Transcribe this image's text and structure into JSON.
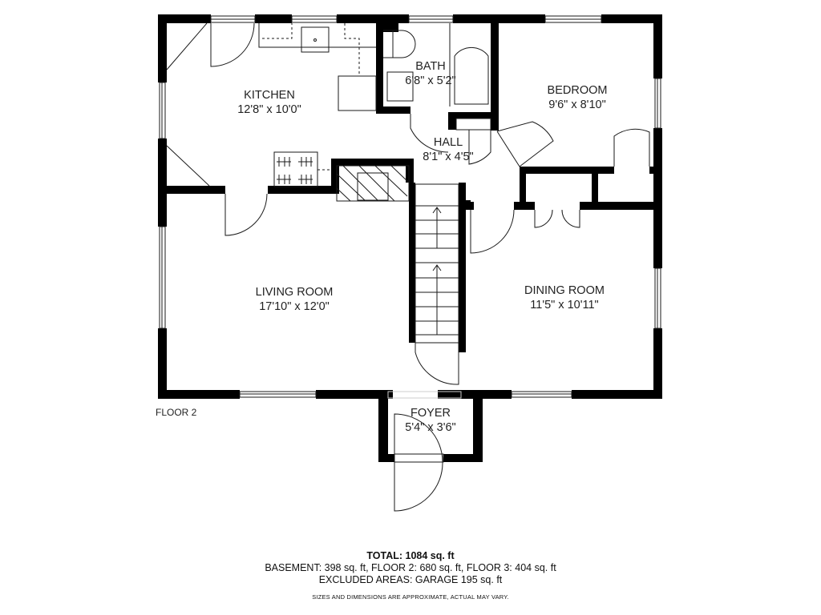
{
  "plan": {
    "floor_label": "FLOOR 2",
    "rooms": [
      {
        "name": "KITCHEN",
        "dims": "12'8\" x 10'0\""
      },
      {
        "name": "BATH",
        "dims": "6'8\" x 5'2\""
      },
      {
        "name": "BEDROOM",
        "dims": "9'6\" x 8'10\""
      },
      {
        "name": "HALL",
        "dims": "8'1\" x 4'5\""
      },
      {
        "name": "LIVING ROOM",
        "dims": "17'10\" x 12'0\""
      },
      {
        "name": "DINING ROOM",
        "dims": "11'5\" x 10'11\""
      },
      {
        "name": "FOYER",
        "dims": "5'4\" x 3'6\""
      }
    ],
    "colors": {
      "wall": "#000000",
      "line": "#1a1a1a",
      "background": "#ffffff",
      "text": "#222222"
    }
  },
  "summary": {
    "total": "TOTAL: 1084 sq. ft",
    "breakdown": "BASEMENT: 398 sq. ft, FLOOR 2: 680 sq. ft, FLOOR 3: 404 sq. ft",
    "excluded": "EXCLUDED AREAS: GARAGE 195 sq. ft",
    "disclaimer": "SIZES AND DIMENSIONS ARE APPROXIMATE, ACTUAL MAY VARY."
  }
}
